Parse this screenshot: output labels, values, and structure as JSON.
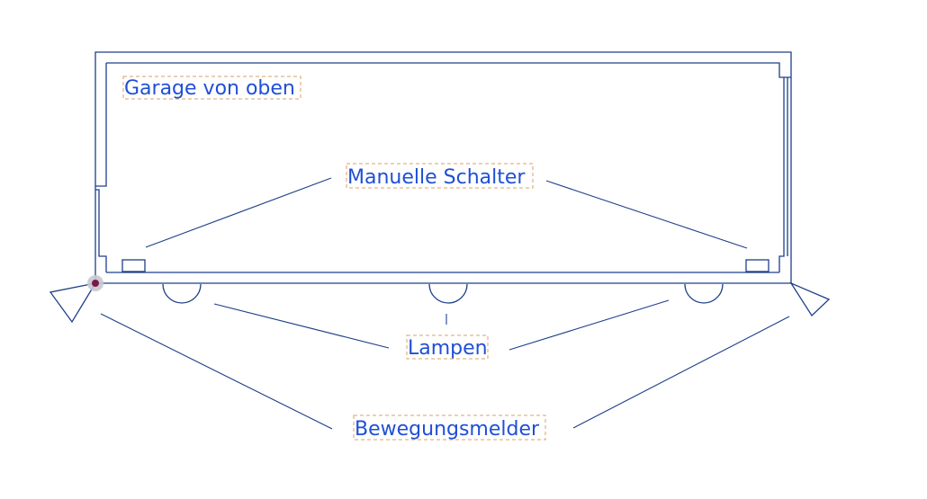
{
  "labels": {
    "title": "Garage von oben",
    "switches": "Manuelle Schalter",
    "lamps": "Lampen",
    "motion_sensors": "Bewegungsmelder"
  },
  "colors": {
    "text": "#1f4fd6",
    "lines": "#1e3f8a",
    "label_border": "#d9a066",
    "selected_point": "#7a1a4a"
  }
}
